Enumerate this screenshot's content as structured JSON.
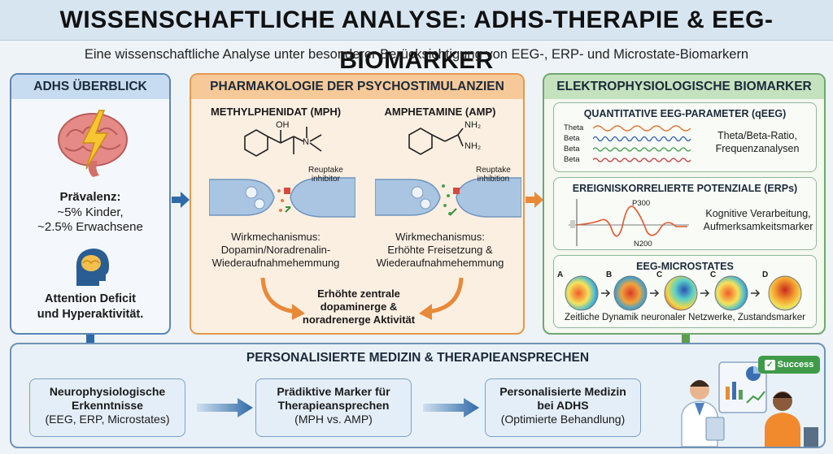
{
  "title": "WISSENSCHAFTLICHE ANALYSE: ADHS-THERAPIE & EEG-BIOMARKER",
  "subtitle": "Eine wissenschaftliche Analyse unter besonderer Berücksichtigung von EEG-, ERP- und Microstate-Biomarkern",
  "adhs": {
    "header": "ADHS ÜBERBLICK",
    "prevalence_label": "Prävalenz:",
    "prevalence_children": "~5% Kinder,",
    "prevalence_adults": "~2.5% Erwachsene",
    "definition_line1": "Attention Deficit",
    "definition_line2": "und Hyperaktivität."
  },
  "pharma": {
    "header": "PHARMAKOLOGIE DER PSYCHOSTIMULANZIEN",
    "mph": {
      "title": "METHYLPHENIDAT (MPH)",
      "chem_oh": "OH",
      "chem_n": "N",
      "reuptake_line1": "Reuptake",
      "reuptake_line2": "inhibitor",
      "mech_line1": "Wirkmechanismus:",
      "mech_line2": "Dopamin/Noradrenalin-",
      "mech_line3": "Wiederaufnahmehemmung"
    },
    "amp": {
      "title": "AMPHETAMINE (AMP)",
      "chem_nh2": "NH₂",
      "reuptake_line1": "Reuptake",
      "reuptake_line2": "inhibition",
      "mech_line1": "Wirkmechanismus:",
      "mech_line2": "Erhöhte Freisetzung &",
      "mech_line3": "Wiederaufnahmehemmung"
    },
    "result_line1": "Erhöhte zentrale",
    "result_line2": "dopaminerge &",
    "result_line3": "noradrenerge Aktivität"
  },
  "elec": {
    "header": "ELEKTROPHYSIOLOGISCHE BIOMARKER",
    "qeeg": {
      "title": "QUANTITATIVE EEG-PARAMETER (qEEG)",
      "waves": [
        "Theta",
        "Beta",
        "Beta",
        "Beta"
      ],
      "desc_line1": "Theta/Beta-Ratio,",
      "desc_line2": "Frequenzanalysen"
    },
    "erp": {
      "title": "EREIGNISKORRELIERTE POTENZIALE (ERPs)",
      "p300": "P300",
      "n200": "N200",
      "desc_line1": "Kognitive Verarbeitung,",
      "desc_line2": "Aufmerksamkeitsmarker"
    },
    "micro": {
      "title": "EEG-MICROSTATES",
      "states": [
        "A",
        "B",
        "C",
        "C",
        "D"
      ],
      "caption": "Zeitliche Dynamik neuronaler Netzwerke, Zustandsmarker"
    }
  },
  "bottom": {
    "header": "PERSONALISIERTE MEDIZIN & THERAPIEANSPRECHEN",
    "cards": [
      {
        "line1": "Neurophysiologische",
        "line2": "Erkenntnisse",
        "line3": "(EEG, ERP, Microstates)"
      },
      {
        "line1": "Prädiktive Marker für",
        "line2": "Therapieansprechen",
        "line3": "(MPH vs. AMP)"
      },
      {
        "line1": "Personalisierte Medizin",
        "line2": "bei ADHS",
        "line3": "(Optimierte Behandlung)"
      }
    ],
    "success_label": "Success"
  },
  "colors": {
    "adhs": "#5b86b5",
    "pharma": "#e49a4d",
    "elec": "#6ea86e",
    "arrow_blue": "#2f6aa8",
    "arrow_orange": "#e8893a",
    "arrow_green": "#5c9e4c"
  }
}
